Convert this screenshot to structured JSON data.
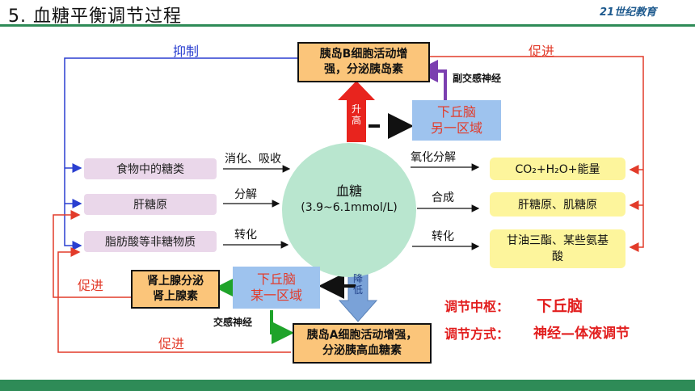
{
  "title": "5. 血糖平衡调节过程",
  "logo": "21世纪教育",
  "center": {
    "title": "血糖",
    "range": "(3.9~6.1mmol/L)"
  },
  "sources": [
    "食物中的糖类",
    "肝糖原",
    "脂肪酸等非糖物质"
  ],
  "source_arrows": [
    "消化、吸收",
    "分解",
    "转化"
  ],
  "outputs": [
    "CO₂+H₂O+能量",
    "肝糖原、肌糖原",
    "甘油三酯、某些氨基酸"
  ],
  "output_arrows": [
    "氧化分解",
    "合成",
    "转化"
  ],
  "beta_cell": {
    "line1": "胰岛B细胞活动增",
    "line2": "强，分泌胰岛素"
  },
  "alpha_cell": {
    "line1": "胰岛A细胞活动增强，",
    "line2": "分泌胰高血糖素"
  },
  "adrenal": {
    "line1": "肾上腺分泌",
    "line2": "肾上腺素"
  },
  "hypothalamus_top": {
    "line1": "下丘脑",
    "line2": "另一区域"
  },
  "hypothalamus_bottom": {
    "line1": "下丘脑",
    "line2": "某一区域"
  },
  "rise_arrow": "升高",
  "fall_arrow": "降低",
  "parasympathetic": "副交感神经",
  "sympathetic": "交感神经",
  "labels": {
    "inhibit": "抑制",
    "promote_top": "促进",
    "promote_adrenal": "促进",
    "promote_alpha": "促进"
  },
  "summary": {
    "center_label": "调节中枢：",
    "center_value": "下丘脑",
    "method_label": "调节方式：",
    "method_value": "神经—体液调节"
  },
  "colors": {
    "red": "#e23b2a",
    "blue": "#2a3fd0",
    "green": "#2e8b57",
    "purple": "#7b3fb0"
  }
}
